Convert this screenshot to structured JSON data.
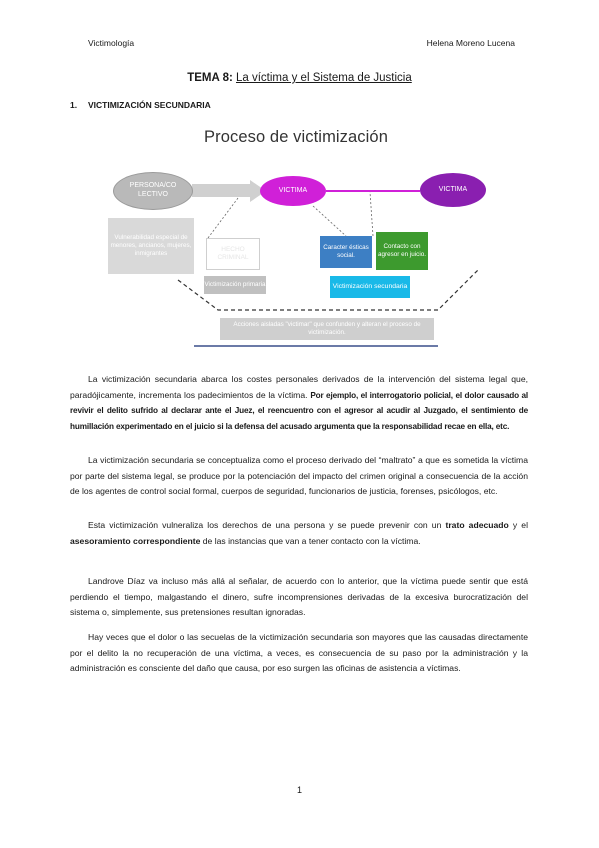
{
  "header": {
    "left": "Victimología",
    "right": "Helena Moreno Lucena"
  },
  "title": {
    "bold": "TEMA 8:",
    "underlined": "La víctima y el Sistema de Justicia"
  },
  "section": {
    "number": "1.",
    "label": "VICTIMIZACIÓN SECUNDARIA"
  },
  "diagram": {
    "title": "Proceso de victimización",
    "persona": "PERSONA/CO LECTIVO",
    "victima_1": "VICTIMA",
    "victima_2": "VICTIMA",
    "vulnerabilidad": "Vulnerabilidad especial de menores, ancianos, mujeres, inmigrantes",
    "hecho": "HECHO CRIMINAL",
    "victimizacion_primaria": "Victimización primaria",
    "caracteristicas": "Caracter ésticas social.",
    "contacto": "Contacto con agresor en juicio.",
    "victimizacion_secundaria": "Victimización secundaria",
    "acciones": "Acciones aisladas \"victimar\" que confunden y alteran el proceso de victimización.",
    "colors": {
      "victima_1": "#d020d8",
      "victima_2": "#8a1fb0",
      "caracteristicas": "#3d7fc4",
      "contacto": "#3d9a2e",
      "victimizacion_secundaria": "#19b9e8"
    }
  },
  "paragraphs": {
    "p1": "La victimización secundaria abarca los costes personales derivados de la intervención del sistema legal que, paradójicamente, incrementa los padecimientos de la víctima.",
    "p1_bold": "Por ejemplo, el interrogatorio policial, el dolor causado al revivir el delito sufrido al declarar ante el Juez, el reencuentro con el agresor al acudir al Juzgado, el sentimiento de humillación experimentado en el juicio si la defensa del acusado argumenta que la responsabilidad recae en ella, etc.",
    "p2": "La victimización secundaria se conceptualiza como el proceso derivado del “maltrato” a que es sometida la víctima por parte del sistema legal, se produce por la potenciación del impacto del crimen original a consecuencia de la acción de los agentes de control social formal, cuerpos de seguridad, funcionarios de justicia, forenses, psicólogos, etc.",
    "p3_a": "Esta victimización vulneraliza los derechos de una persona y se puede prevenir con un",
    "p3_b1": "trato adecuado",
    "p3_c": "y el",
    "p3_b2": "asesoramiento correspondiente",
    "p3_d": "de las instancias que van a tener contacto con la víctima.",
    "p4": "Landrove Díaz va incluso más allá al señalar, de acuerdo con lo anterior, que la víctima puede sentir que está perdiendo el tiempo, malgastando el dinero, sufre incomprensiones derivadas de la excesiva burocratización del sistema o, simplemente, sus pretensiones resultan ignoradas.",
    "p5": "Hay veces que el dolor o las secuelas de la victimización secundaria son mayores que las causadas directamente por el delito la no recuperación de una víctima, a veces, es consecuencia de su paso por la administración y la administración es consciente del daño que causa, por eso surgen las oficinas de asistencia a víctimas."
  },
  "page_number": "1"
}
